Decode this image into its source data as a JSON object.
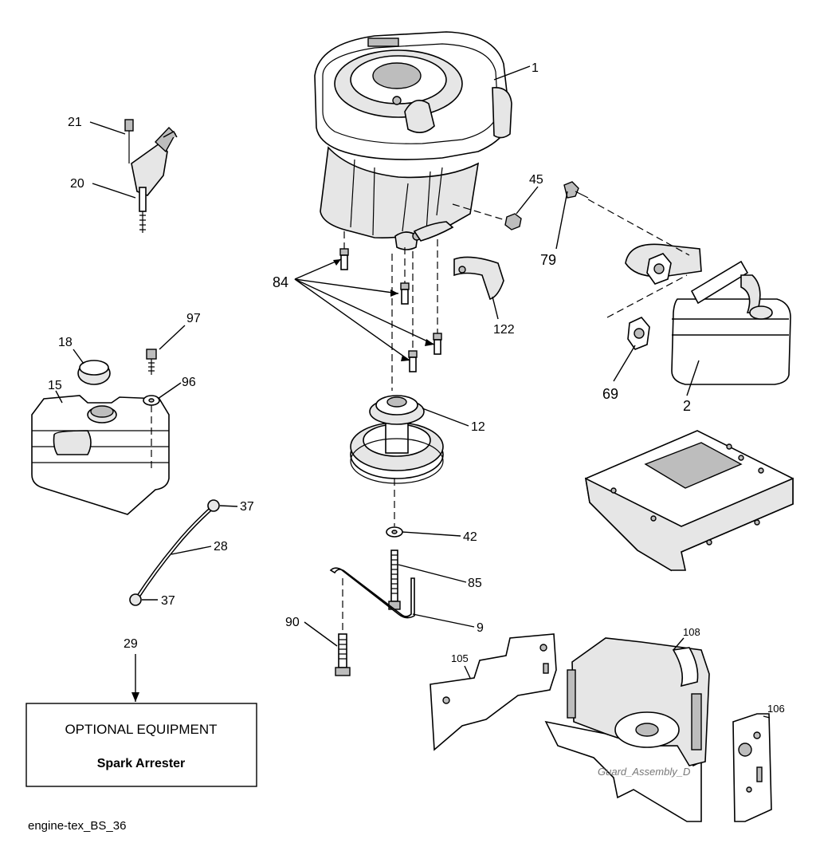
{
  "callouts": {
    "c1": "1",
    "c2": "2",
    "c9": "9",
    "c12": "12",
    "c15": "15",
    "c18": "18",
    "c20": "20",
    "c21": "21",
    "c28": "28",
    "c29": "29",
    "c37a": "37",
    "c37b": "37",
    "c42": "42",
    "c45": "45",
    "c69": "69",
    "c79": "79",
    "c84": "84",
    "c85": "85",
    "c90": "90",
    "c96": "96",
    "c97": "97",
    "c105": "105",
    "c106": "106",
    "c108": "108",
    "c122": "122"
  },
  "optional_box": {
    "title": "OPTIONAL EQUIPMENT",
    "subtitle": "Spark Arrester"
  },
  "reference_code": "engine-tex_BS_36"
}
